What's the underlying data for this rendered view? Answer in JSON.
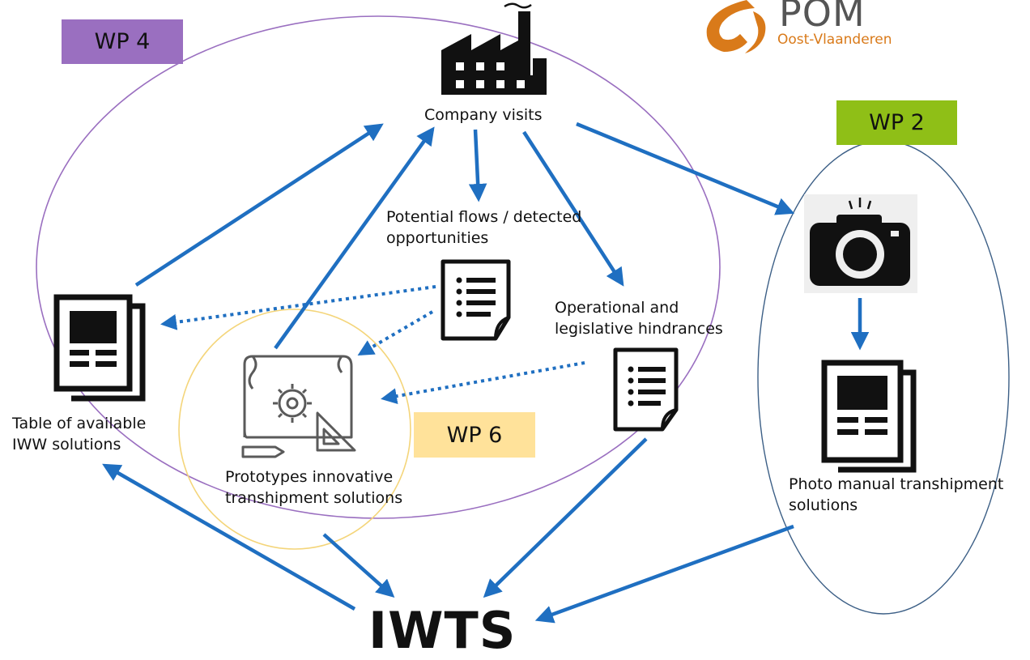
{
  "logo": {
    "name": "POM",
    "subtitle": "Oost-Vlaanderen"
  },
  "work_packages": {
    "wp4": "WP 4",
    "wp2": "WP 2",
    "wp6": "WP 6"
  },
  "nodes": {
    "company_visits": "Company visits",
    "potential_flows": [
      "Potential flows / detected",
      "opportunities"
    ],
    "operational": [
      "Operational and",
      "legislative hindrances"
    ],
    "table_solutions": [
      "Table of available",
      "IWW solutions"
    ],
    "prototypes": [
      "Prototypes innovative",
      "transhipment solutions"
    ],
    "photo_manual": [
      "Photo manual transhipment",
      "solutions"
    ],
    "iwts": "IWTS"
  },
  "colors": {
    "arrow": "#1f6fc1",
    "wp4_fill": "#9a6fc0",
    "wp4_ellipse": "#9a6fc0",
    "wp2_fill": "#8fbf17",
    "wp2_ellipse": "#3c5f86",
    "wp6_fill": "#ffe29a",
    "wp6_ellipse": "#f4d57a",
    "logo_orange": "#d97a1a"
  },
  "icons": [
    "factory-icon",
    "document-list-icon",
    "newspaper-icon",
    "blueprint-gear-icon",
    "camera-icon",
    "pom-logo-icon"
  ]
}
